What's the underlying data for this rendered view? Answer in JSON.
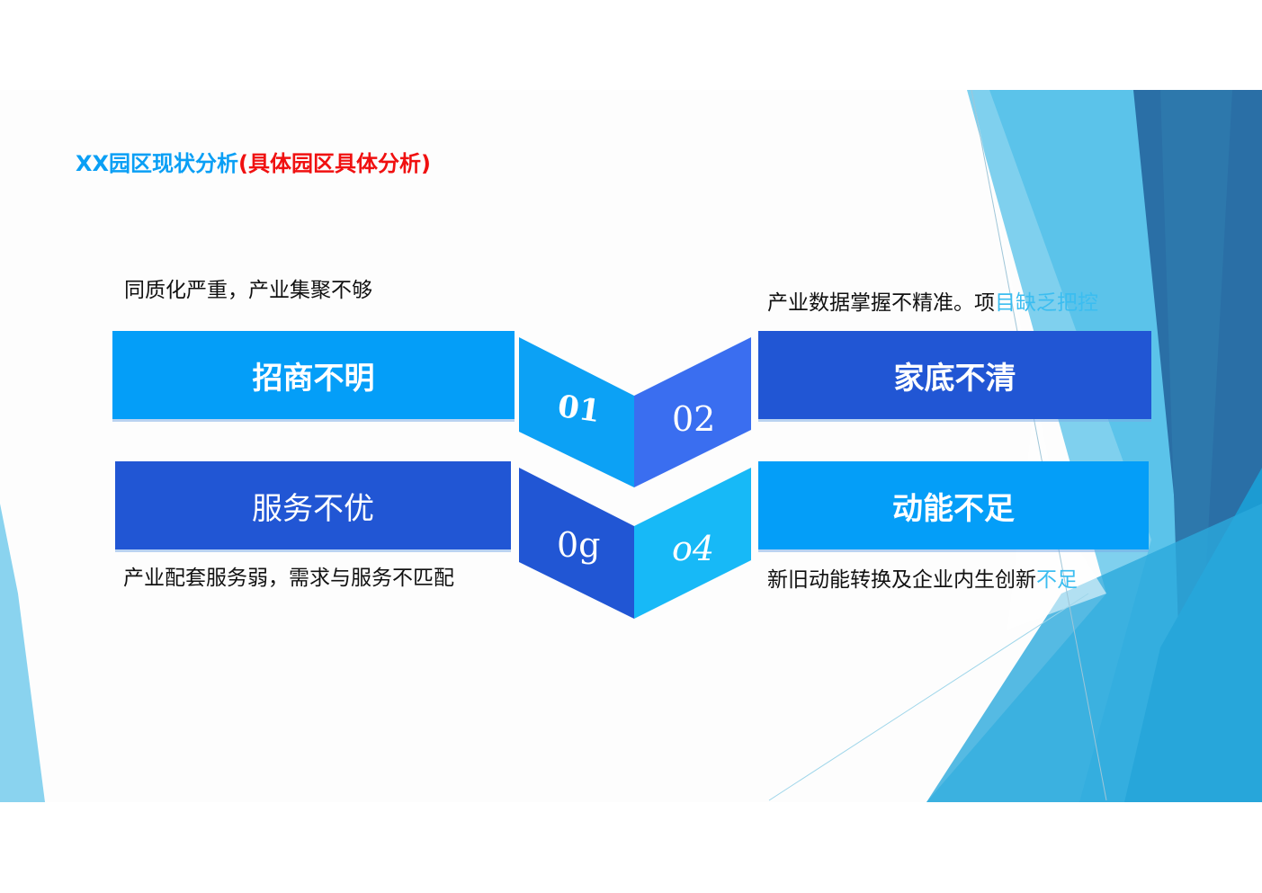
{
  "title": {
    "prefix": "XX园区现状分析",
    "suffix": "(具体园区具体分析)"
  },
  "items": [
    {
      "number": "01",
      "label": "招商不明",
      "note": "同质化严重，产业集聚不够",
      "note_highlight": ""
    },
    {
      "number": "02",
      "label": "家底不清",
      "note": "产业数据掌握不精准。项",
      "note_highlight": "目缺乏把控"
    },
    {
      "number": "0g",
      "label": "服务不优",
      "note": "产业配套服务弱，需求与服务不匹配",
      "note_highlight": ""
    },
    {
      "number": "o4",
      "label": "动能不足",
      "note": "新旧动能转换及企业内生创新",
      "note_highlight": "不足"
    }
  ],
  "colors": {
    "light_blue": "#049ef8",
    "dark_blue": "#2156d4",
    "mid_blue": "#3a6ef0",
    "cyan": "#17b9f7",
    "title_blue": "#0a9ff5",
    "title_red": "#f01010"
  }
}
